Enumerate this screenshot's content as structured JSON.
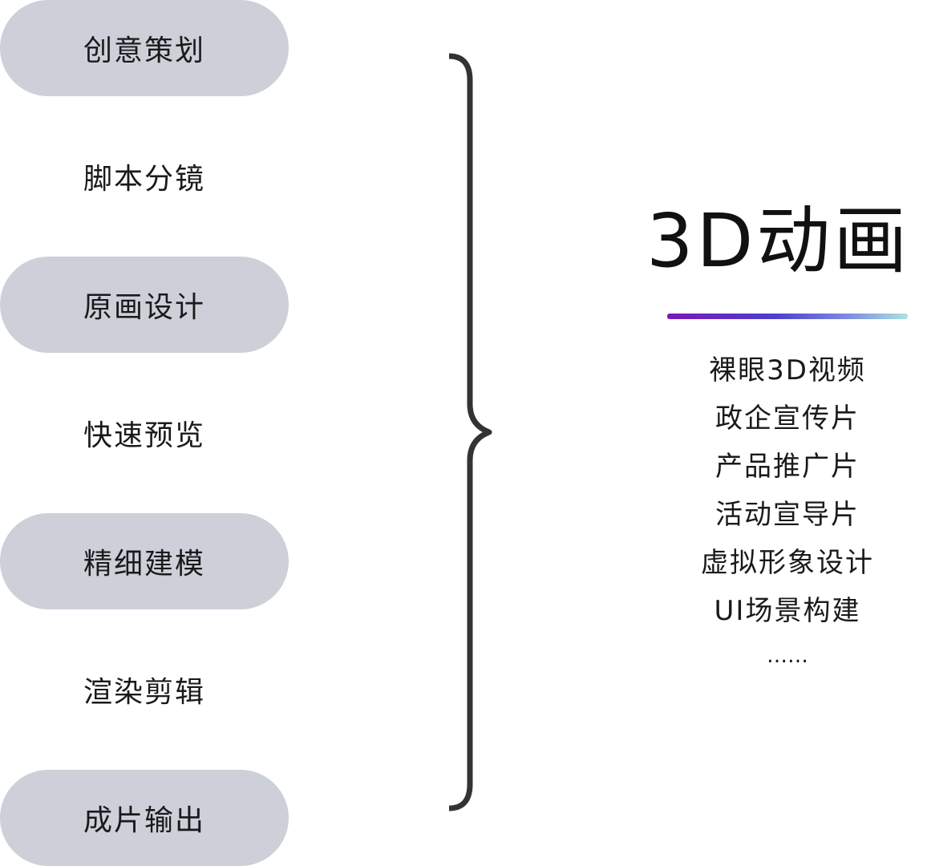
{
  "steps": [
    {
      "label": "创意策划",
      "highlighted": true
    },
    {
      "label": "脚本分镜",
      "highlighted": false
    },
    {
      "label": "原画设计",
      "highlighted": true
    },
    {
      "label": "快速预览",
      "highlighted": false
    },
    {
      "label": "精细建模",
      "highlighted": true
    },
    {
      "label": "渲染剪辑",
      "highlighted": false
    },
    {
      "label": "成片输出",
      "highlighted": true
    }
  ],
  "title": "3D动画",
  "services": [
    "裸眼3D视频",
    "政企宣传片",
    "产品推广片",
    "活动宣导片",
    "虚拟形象设计",
    "UI场景构建",
    "……"
  ],
  "colors": {
    "pill_background": "#cdd0d9",
    "brace_stroke": "#333333",
    "underline_gradient": [
      "#7b18b8",
      "#4d3fcf",
      "#7d8ce0",
      "#a8e4e2"
    ]
  }
}
